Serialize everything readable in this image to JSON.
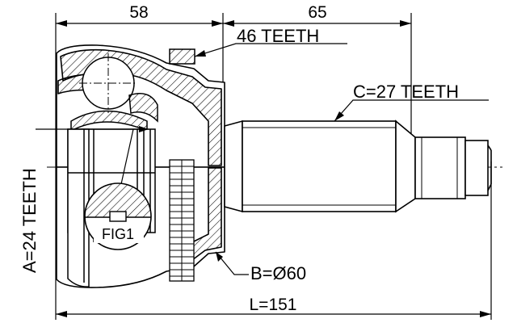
{
  "dimensions": {
    "top_left": "58",
    "top_right": "65",
    "total_length": "L=151"
  },
  "annotations": {
    "outer_teeth": "46 TEETH",
    "spline_teeth": "C=27 TEETH",
    "inner_teeth": "A=24 TEETH",
    "abs_ring_diameter": "B=Ø60",
    "figure_ref": "FIG1"
  },
  "colors": {
    "line": "#000000",
    "background": "#ffffff"
  }
}
